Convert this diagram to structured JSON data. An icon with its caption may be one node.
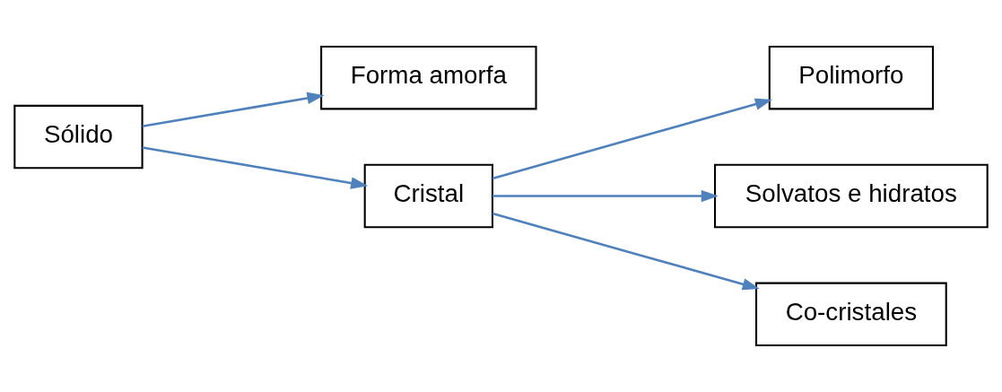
{
  "diagram": {
    "nodes": [
      {
        "text": [
          "Sólido"
        ]
      },
      {
        "text": [
          "Forma amorfa"
        ]
      },
      {
        "text": [
          "Cristal"
        ]
      },
      {
        "text": [
          "Polimorfo"
        ]
      },
      {
        "text": [
          "Solvatos e hidratos"
        ]
      },
      {
        "text": [
          "Co-cristales"
        ]
      }
    ],
    "edges": [
      {
        "from": 0,
        "to": 1,
        "arrow": "to"
      },
      {
        "from": 0,
        "to": 2,
        "arrow": "to"
      },
      {
        "from": 2,
        "to": 3,
        "arrow": "to"
      },
      {
        "from": 2,
        "to": 4,
        "arrow": "to"
      },
      {
        "from": 2,
        "to": 5,
        "arrow": "to"
      }
    ]
  }
}
